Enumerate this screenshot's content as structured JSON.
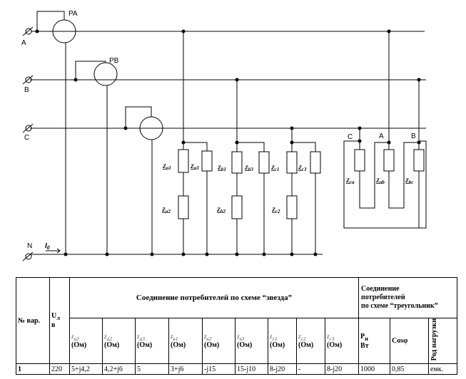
{
  "circuit": {
    "phase_labels": {
      "a": "A",
      "b": "B",
      "c": "C",
      "n": "N"
    },
    "meters": {
      "pa": "PA",
      "pb": "PB"
    },
    "neutral_current": {
      "symbol": "I",
      "subscript": "0"
    },
    "star_loads": {
      "a1": {
        "symbol": "Z",
        "sub": "a1"
      },
      "a2": {
        "symbol": "Z",
        "sub": "a2"
      },
      "a3": {
        "symbol": "Z",
        "sub": "a3"
      },
      "b1": {
        "symbol": "Z",
        "sub": "b1"
      },
      "b2": {
        "symbol": "Z",
        "sub": "b2"
      },
      "b3": {
        "symbol": "Z",
        "sub": "b3"
      },
      "c1": {
        "symbol": "Z",
        "sub": "c1"
      },
      "c2": {
        "symbol": "Z",
        "sub": "c2"
      },
      "c3": {
        "symbol": "Z",
        "sub": "c3"
      }
    },
    "delta": {
      "labels": {
        "c": "C",
        "a": "A",
        "b": "B"
      },
      "loads": {
        "ca": {
          "symbol": "Z",
          "sub": "ca"
        },
        "ab": {
          "symbol": "Z",
          "sub": "ab"
        },
        "bc": {
          "symbol": "Z",
          "sub": "bc"
        }
      }
    }
  },
  "table": {
    "col_var": "№ вар.",
    "col_u": {
      "main": "U",
      "sub": "л",
      "unit": "в"
    },
    "star_header": "Соединение потребителей по схеме “звезда”",
    "delta_header": [
      "Соединение",
      "потребителей",
      "по схеме “треугольник”"
    ],
    "z_cols": [
      {
        "sub": "z",
        "idx": "a1",
        "unit": "(Ом)"
      },
      {
        "sub": "z",
        "idx": "a2",
        "unit": "(Ом)"
      },
      {
        "sub": "z",
        "idx": "a3",
        "unit": "(Ом)"
      },
      {
        "sub": "z",
        "idx": "в1",
        "unit": "(Ом)"
      },
      {
        "sub": "z",
        "idx": "в2",
        "unit": "(Ом)"
      },
      {
        "sub": "z",
        "idx": "в3",
        "unit": "(Ом)"
      },
      {
        "sub": "z",
        "idx": "с1",
        "unit": "(Ом)"
      },
      {
        "sub": "z",
        "idx": "с2",
        "unit": "(Ом)"
      },
      {
        "sub": "z",
        "idx": "с3",
        "unit": "(Ом)"
      }
    ],
    "col_p": {
      "main": "P",
      "sub": "н",
      "unit": "Вт"
    },
    "col_cos": "Cosφ",
    "col_kind": "Род нагрузки",
    "rows": [
      {
        "var": "1",
        "u": "220",
        "z": [
          "5+j4,2",
          "4,2+j6",
          "5",
          "3+j6",
          "-j15",
          "15-j10",
          "8-j20",
          "-",
          "8-j20"
        ],
        "p": "1000",
        "cos": "0,85",
        "kind": "емк."
      }
    ]
  }
}
